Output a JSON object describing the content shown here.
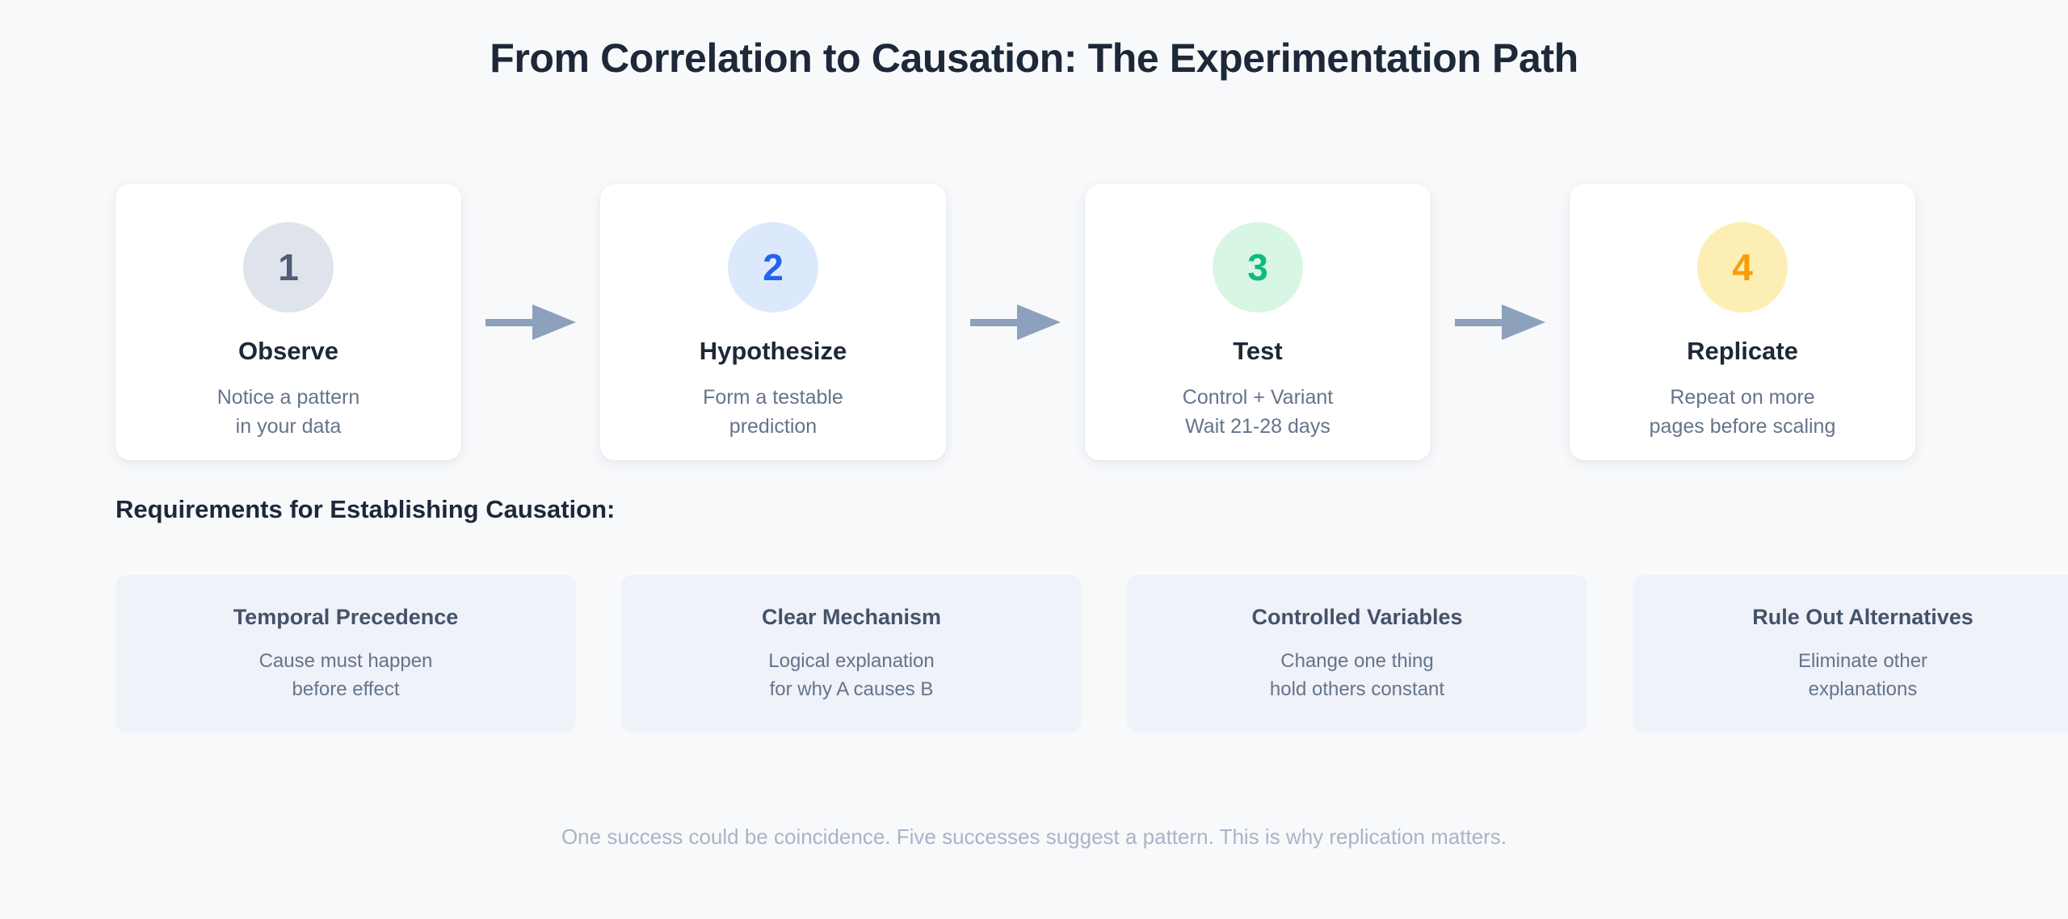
{
  "page": {
    "title": "From Correlation to Causation: The Experimentation Path",
    "background_color": "#f7f9fb",
    "title_color": "#1d2839"
  },
  "steps": {
    "arrow_color": "#8da0bc",
    "items": [
      {
        "number": "1",
        "title": "Observe",
        "desc_line1": "Notice a pattern",
        "desc_line2": "in your data",
        "badge_bg": "#dfe4ec",
        "badge_fg": "#4f5d75"
      },
      {
        "number": "2",
        "title": "Hypothesize",
        "desc_line1": "Form a testable",
        "desc_line2": "prediction",
        "badge_bg": "#dce9fd",
        "badge_fg": "#2563eb"
      },
      {
        "number": "3",
        "title": "Test",
        "desc_line1": "Control + Variant",
        "desc_line2": "Wait 21-28 days",
        "badge_bg": "#d7f6e4",
        "badge_fg": "#10b981"
      },
      {
        "number": "4",
        "title": "Replicate",
        "desc_line1": "Repeat on more",
        "desc_line2": "pages before scaling",
        "badge_bg": "#fdeeb4",
        "badge_fg": "#f59e0b"
      }
    ]
  },
  "requirements": {
    "heading": "Requirements for Establishing Causation:",
    "card_bg": "#eff2f8",
    "items": [
      {
        "title": "Temporal Precedence",
        "desc_line1": "Cause must happen",
        "desc_line2": "before effect"
      },
      {
        "title": "Clear Mechanism",
        "desc_line1": "Logical explanation",
        "desc_line2": "for why A causes B"
      },
      {
        "title": "Controlled Variables",
        "desc_line1": "Change one thing",
        "desc_line2": "hold others constant"
      },
      {
        "title": "Rule Out Alternatives",
        "desc_line1": "Eliminate other",
        "desc_line2": "explanations"
      }
    ]
  },
  "footer": {
    "note": "One success could be coincidence. Five successes suggest a pattern. This is why replication matters."
  }
}
